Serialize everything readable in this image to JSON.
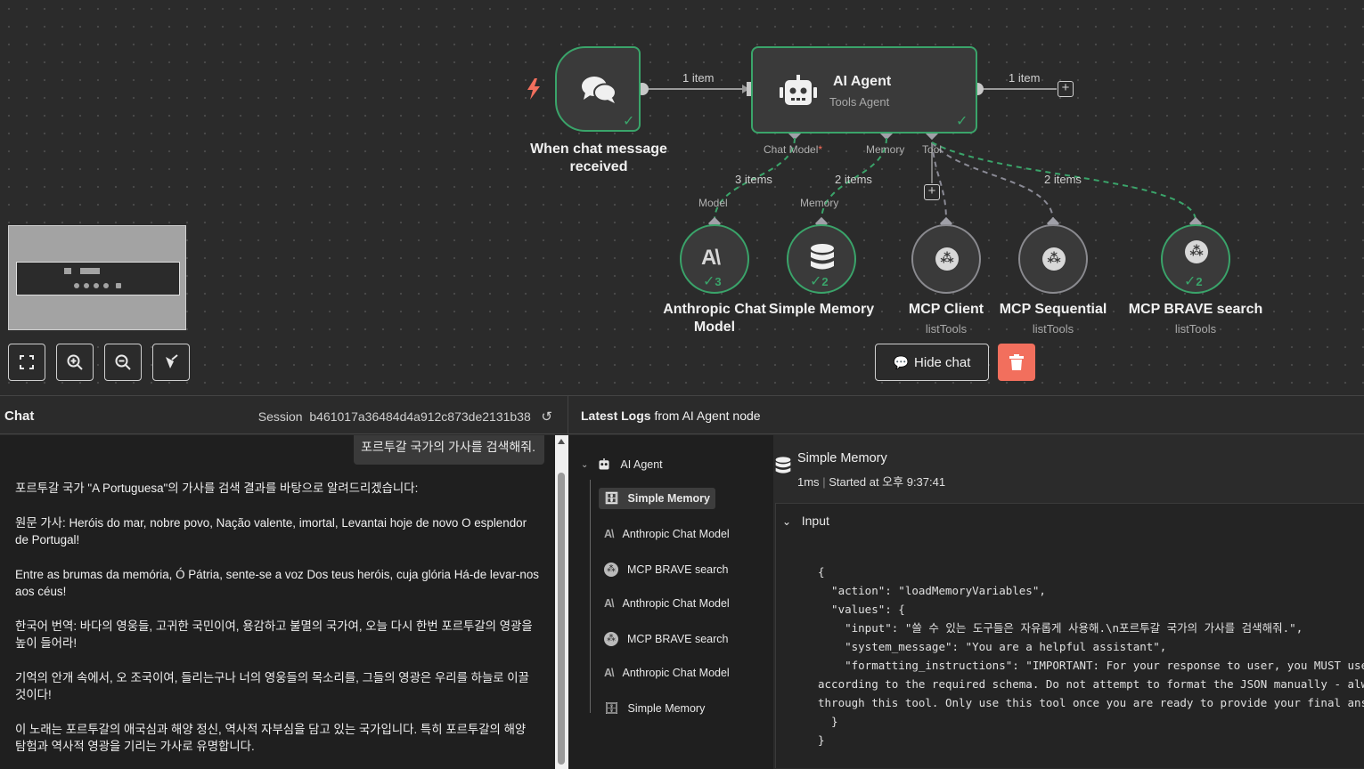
{
  "canvas": {
    "trigger": {
      "label": "When chat message received",
      "badge": ""
    },
    "agent": {
      "title": "AI Agent",
      "subtitle": "Tools Agent"
    },
    "edges": {
      "trigger_to_agent": "1 item",
      "agent_out": "1 item",
      "model_items": "3 items",
      "memory_items": "2 items",
      "tool_items": "2 items"
    },
    "agent_ports": {
      "chat_model": "Chat Model",
      "required_mark": "*",
      "memory": "Memory",
      "tool": "Tool"
    },
    "sub_ports": {
      "model": "Model",
      "memory": "Memory"
    },
    "subnodes": [
      {
        "name": "Anthropic Chat Model",
        "line1": "Anthropic Chat",
        "line2": "Model",
        "count": "3",
        "icon": "anthropic-icon"
      },
      {
        "name": "Simple Memory",
        "count": "2",
        "icon": "database-icon"
      },
      {
        "name": "MCP Client",
        "sub": "listTools",
        "icon": "mcp-icon"
      },
      {
        "name": "MCP Sequential",
        "sub": "listTools",
        "icon": "mcp-icon"
      },
      {
        "name": "MCP BRAVE search",
        "sub": "listTools",
        "count": "2",
        "icon": "mcp-icon"
      }
    ],
    "hide_chat": "Hide chat"
  },
  "chat": {
    "title": "Chat",
    "session_label": "Session",
    "session_id": "b461017a36484d4a912c873de2131b38",
    "user_message": "포르투갈 국가의 가사를 검색해줘.",
    "bot_paragraphs": [
      "포르투갈 국가 \"A Portuguesa\"의 가사를 검색 결과를 바탕으로 알려드리겠습니다:",
      "원문 가사: Heróis do mar, nobre povo, Nação valente, imortal, Levantai hoje de novo O esplendor de Portugal!",
      "Entre as brumas da memória, Ó Pátria, sente-se a voz Dos teus heróis, cuja glória Há-de levar-nos aos céus!",
      "한국어 번역: 바다의 영웅들, 고귀한 국민이여, 용감하고 불멸의 국가여, 오늘 다시 한번 포르투갈의 영광을 높이 들어라!",
      "기억의 안개 속에서, 오 조국이여, 들리는구나 너의 영웅들의 목소리를, 그들의 영광은 우리를 하늘로 이끌 것이다!",
      "이 노래는 포르투갈의 애국심과 해양 정신, 역사적 자부심을 담고 있는 국가입니다. 특히 포르투갈의 해양 탐험과 역사적 영광을 기리는 가사로 유명합니다."
    ]
  },
  "logs": {
    "title_strong": "Latest Logs",
    "title_rest": " from AI Agent node",
    "tree": {
      "root": "AI Agent",
      "items": [
        {
          "label": "Simple Memory",
          "icon": "database-icon"
        },
        {
          "label": "Anthropic Chat Model",
          "icon": "anthropic-icon"
        },
        {
          "label": "MCP BRAVE search",
          "icon": "mcp-icon"
        },
        {
          "label": "Anthropic Chat Model",
          "icon": "anthropic-icon"
        },
        {
          "label": "MCP BRAVE search",
          "icon": "mcp-icon"
        },
        {
          "label": "Anthropic Chat Model",
          "icon": "anthropic-icon"
        },
        {
          "label": "Simple Memory",
          "icon": "database-icon"
        }
      ]
    },
    "detail": {
      "name": "Simple Memory",
      "duration": "1ms",
      "separator": "|",
      "started": "Started at 오후 9:37:41",
      "section": "Input",
      "json_lines": [
        "{",
        "  \"action\": \"loadMemoryVariables\",",
        "  \"values\": {",
        "    \"input\": \"쓸 수 있는 도구들은 자유롭게 사용해.\\n포르투갈 국가의 가사를 검색해줘.\",",
        "    \"system_message\": \"You are a helpful assistant\",",
        "    \"formatting_instructions\": \"IMPORTANT: For your response to user, you MUST use the `",
        "according to the required schema. Do not attempt to format the JSON manually - always us",
        "through this tool. Only use this tool once you are ready to provide your final answer.\"",
        "  }",
        "}"
      ]
    }
  },
  "colors": {
    "success": "#3aa46a",
    "danger": "#f26f5d",
    "trigger_bolt": "#f26f5d",
    "required": "#ff6d5a"
  }
}
